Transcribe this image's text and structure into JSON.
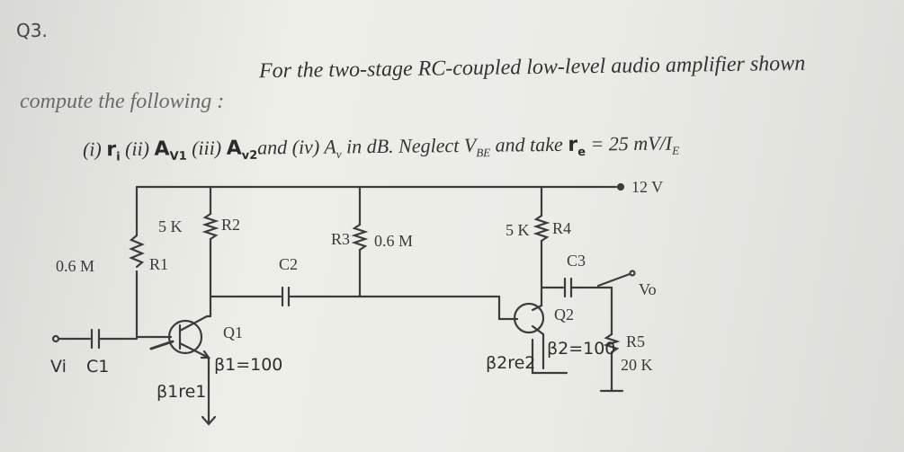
{
  "question_number": "Q3.",
  "problem": {
    "line1": "For the two-stage RC-coupled low-level audio amplifier shown",
    "line2": "compute the following :",
    "line3": {
      "p1": "(i) ",
      "p2": "r",
      "p3": "i",
      "p4": " (ii) ",
      "p5": "A",
      "p6": "V1",
      "p7": " (iii) ",
      "p8": "A",
      "p9": "v2",
      "p10": "and (iv) A",
      "p11": "v",
      "p12": " in dB. Neglect V",
      "p13": "BE",
      "p14": " and take ",
      "p15": "r",
      "p16": "e",
      "p17": " = 25 mV/I",
      "p18": "E"
    }
  },
  "circuit": {
    "supply": "12 V",
    "r1_value": "0.6 M",
    "r1_name": "R1",
    "r2_value": "5 K",
    "r2_name": "R2",
    "c2_name": "C2",
    "r3_name": "R3",
    "r3_value": "0.6 M",
    "r4_value": "5 K",
    "r4_name": "R4",
    "c3_name": "C3",
    "vo": "Vo",
    "q1": "Q1",
    "q2": "Q2",
    "beta1": "β1=100",
    "beta2": "β2=100",
    "r5_name": "R5",
    "r5_value": "20 K",
    "vi": "Vi",
    "c1": "C1",
    "beta1_re1": "β1re1",
    "beta2_re2": "β2re2"
  },
  "colors": {
    "ink": "#3a3a3a",
    "paper": "#e6e7e2"
  }
}
